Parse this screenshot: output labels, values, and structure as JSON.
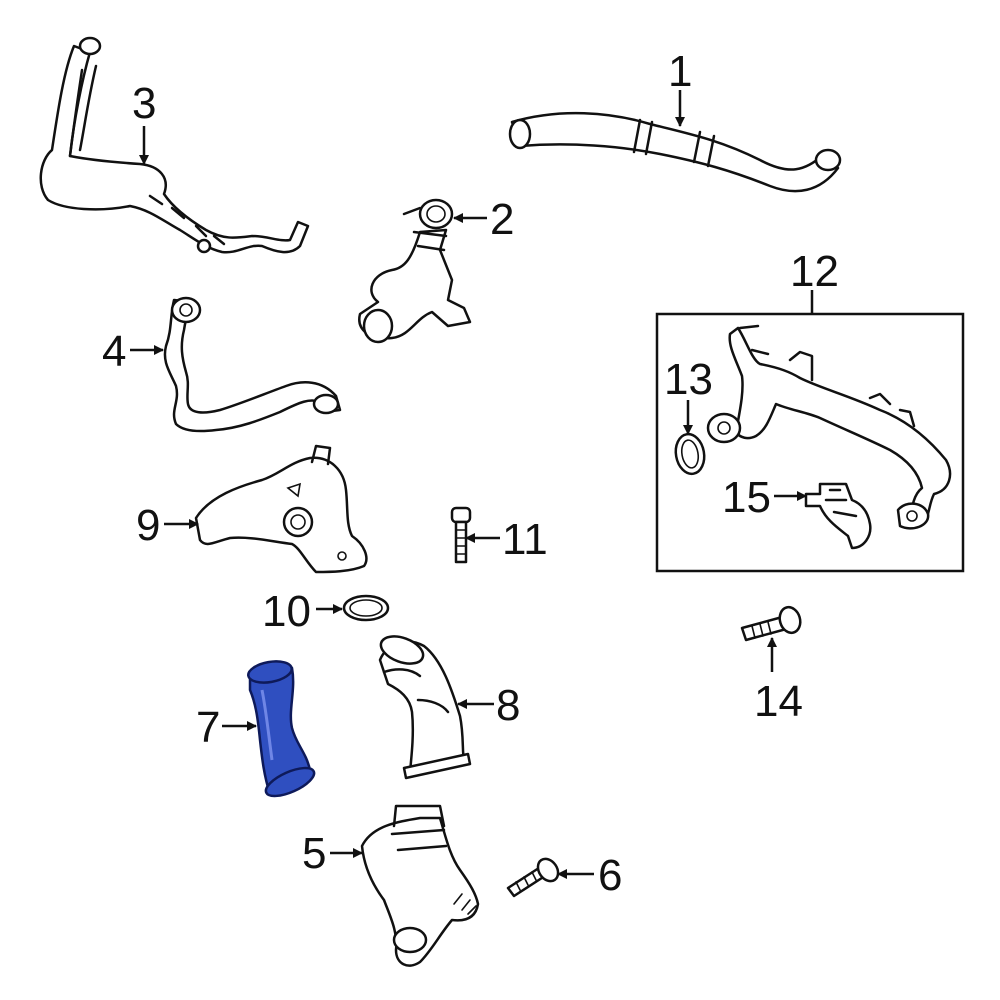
{
  "callouts": {
    "c1": "1",
    "c2": "2",
    "c3": "3",
    "c4": "4",
    "c5": "5",
    "c6": "6",
    "c7": "7",
    "c8": "8",
    "c9": "9",
    "c10": "10",
    "c11": "11",
    "c12": "12",
    "c13": "13",
    "c14": "14",
    "c15": "15"
  },
  "colors": {
    "highlight": "#2f4fc0",
    "highlight_outline": "#0e1a5a",
    "line": "#111111",
    "background": "#ffffff"
  },
  "highlighted_part": "7"
}
